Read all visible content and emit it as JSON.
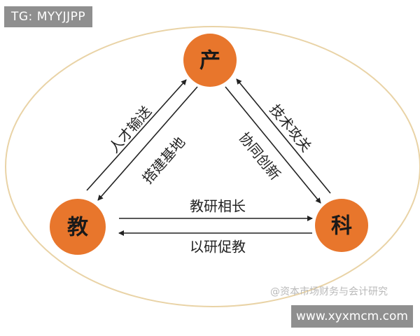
{
  "tag": "TG: MYYJJPP",
  "nodes": {
    "top": "产",
    "left": "教",
    "right": "科"
  },
  "edges": {
    "left_up": "人才输送",
    "left_down": "搭建基地",
    "right_outer": "技术攻关",
    "right_inner": "协同创新",
    "bottom_top": "教研相长",
    "bottom_bottom": "以研促教"
  },
  "watermark": "@资本市场财务与会计研究",
  "url": "www.xyxmcm.com",
  "colors": {
    "node_fill": "#e8762c",
    "ellipse_stroke": "#e9d3a6",
    "arrow": "#222222"
  }
}
